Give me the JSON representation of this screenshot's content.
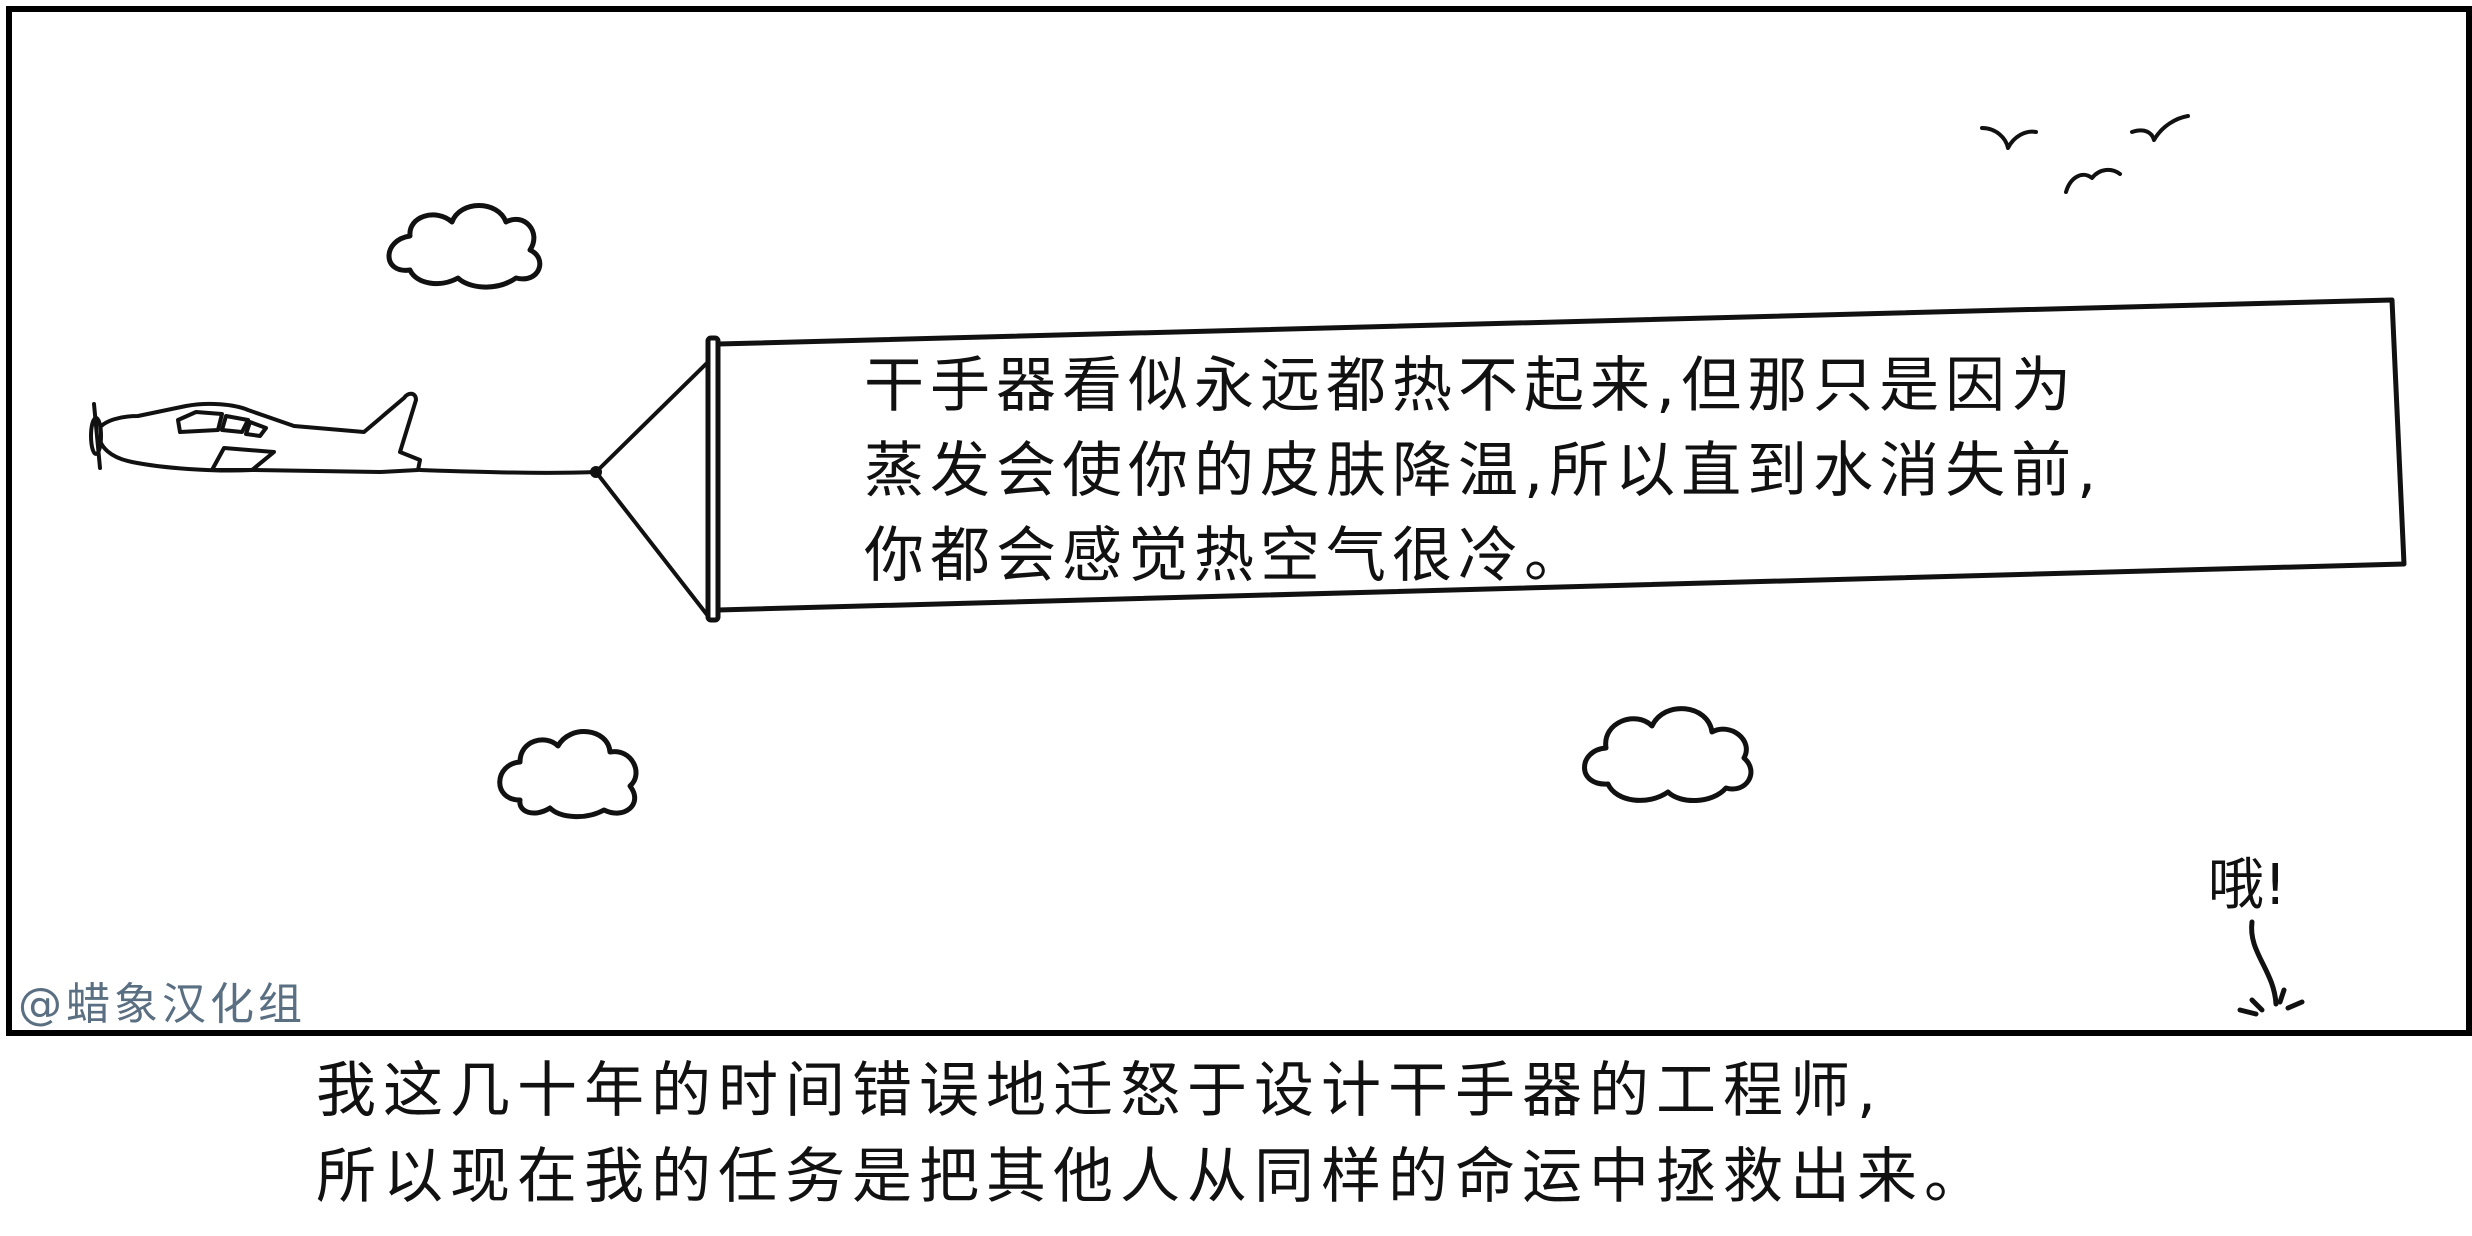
{
  "banner": {
    "lines": [
      "干手器看似永远都热不起来,但那只是因为",
      "蒸发会使你的皮肤降温,所以直到水消失前,",
      "你都会感觉热空气很冷。"
    ]
  },
  "exclamation": "哦!",
  "watermark": "@蜡象汉化组",
  "caption": {
    "lines": [
      "我这几十年的时间错误地迁怒于设计干手器的工程师,",
      "所以现在我的任务是把其他人从同样的命运中拯救出来。"
    ]
  }
}
